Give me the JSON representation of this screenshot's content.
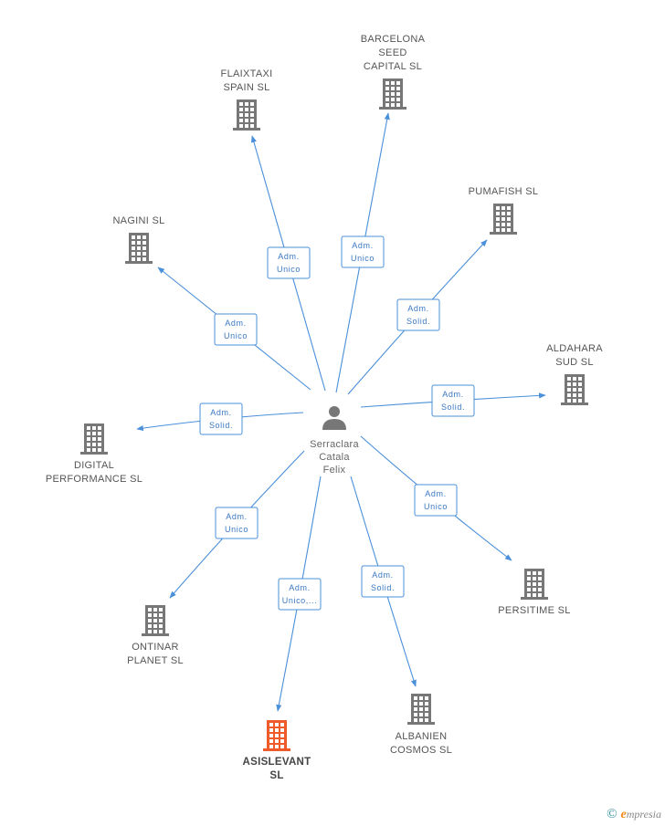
{
  "center": {
    "name_lines": [
      "Serraclara",
      "Catala",
      "Felix"
    ],
    "icon": "person-icon"
  },
  "nodes": [
    {
      "id": "barcelona",
      "lines": [
        "BARCELONA",
        "SEED",
        "CAPITAL SL"
      ],
      "role": [
        "Adm.",
        "Unico"
      ],
      "highlight": false
    },
    {
      "id": "flaixtaxi",
      "lines": [
        "FLAIXTAXI",
        "SPAIN SL"
      ],
      "role": [
        "Adm.",
        "Unico"
      ],
      "highlight": false
    },
    {
      "id": "pumafish",
      "lines": [
        "PUMAFISH SL"
      ],
      "role": [
        "Adm.",
        "Solid."
      ],
      "highlight": false
    },
    {
      "id": "nagini",
      "lines": [
        "NAGINI SL"
      ],
      "role": [
        "Adm.",
        "Unico"
      ],
      "highlight": false
    },
    {
      "id": "aldahara",
      "lines": [
        "ALDAHARA",
        "SUD SL"
      ],
      "role": [
        "Adm.",
        "Solid."
      ],
      "highlight": false
    },
    {
      "id": "digital",
      "lines": [
        "DIGITAL",
        "PERFORMANCE SL"
      ],
      "role": [
        "Adm.",
        "Solid."
      ],
      "highlight": false
    },
    {
      "id": "persitime",
      "lines": [
        "PERSITIME SL"
      ],
      "role": [
        "Adm.",
        "Unico"
      ],
      "highlight": false
    },
    {
      "id": "ontinar",
      "lines": [
        "ONTINAR",
        "PLANET SL"
      ],
      "role": [
        "Adm.",
        "Unico"
      ],
      "highlight": false
    },
    {
      "id": "asislevant",
      "lines": [
        "ASISLEVANT",
        "SL"
      ],
      "role": [
        "Adm.",
        "Unico,..."
      ],
      "highlight": true
    },
    {
      "id": "albanien",
      "lines": [
        "ALBANIEN",
        "COSMOS SL"
      ],
      "role": [
        "Adm.",
        "Solid."
      ],
      "highlight": false
    }
  ],
  "colors": {
    "edge": "#4a8fd9",
    "building": "#777777",
    "building_highlight": "#ee5a2a",
    "person": "#777777"
  },
  "footer": {
    "copyright": "©",
    "brand_initial": "e",
    "brand_rest": "mpresia"
  }
}
